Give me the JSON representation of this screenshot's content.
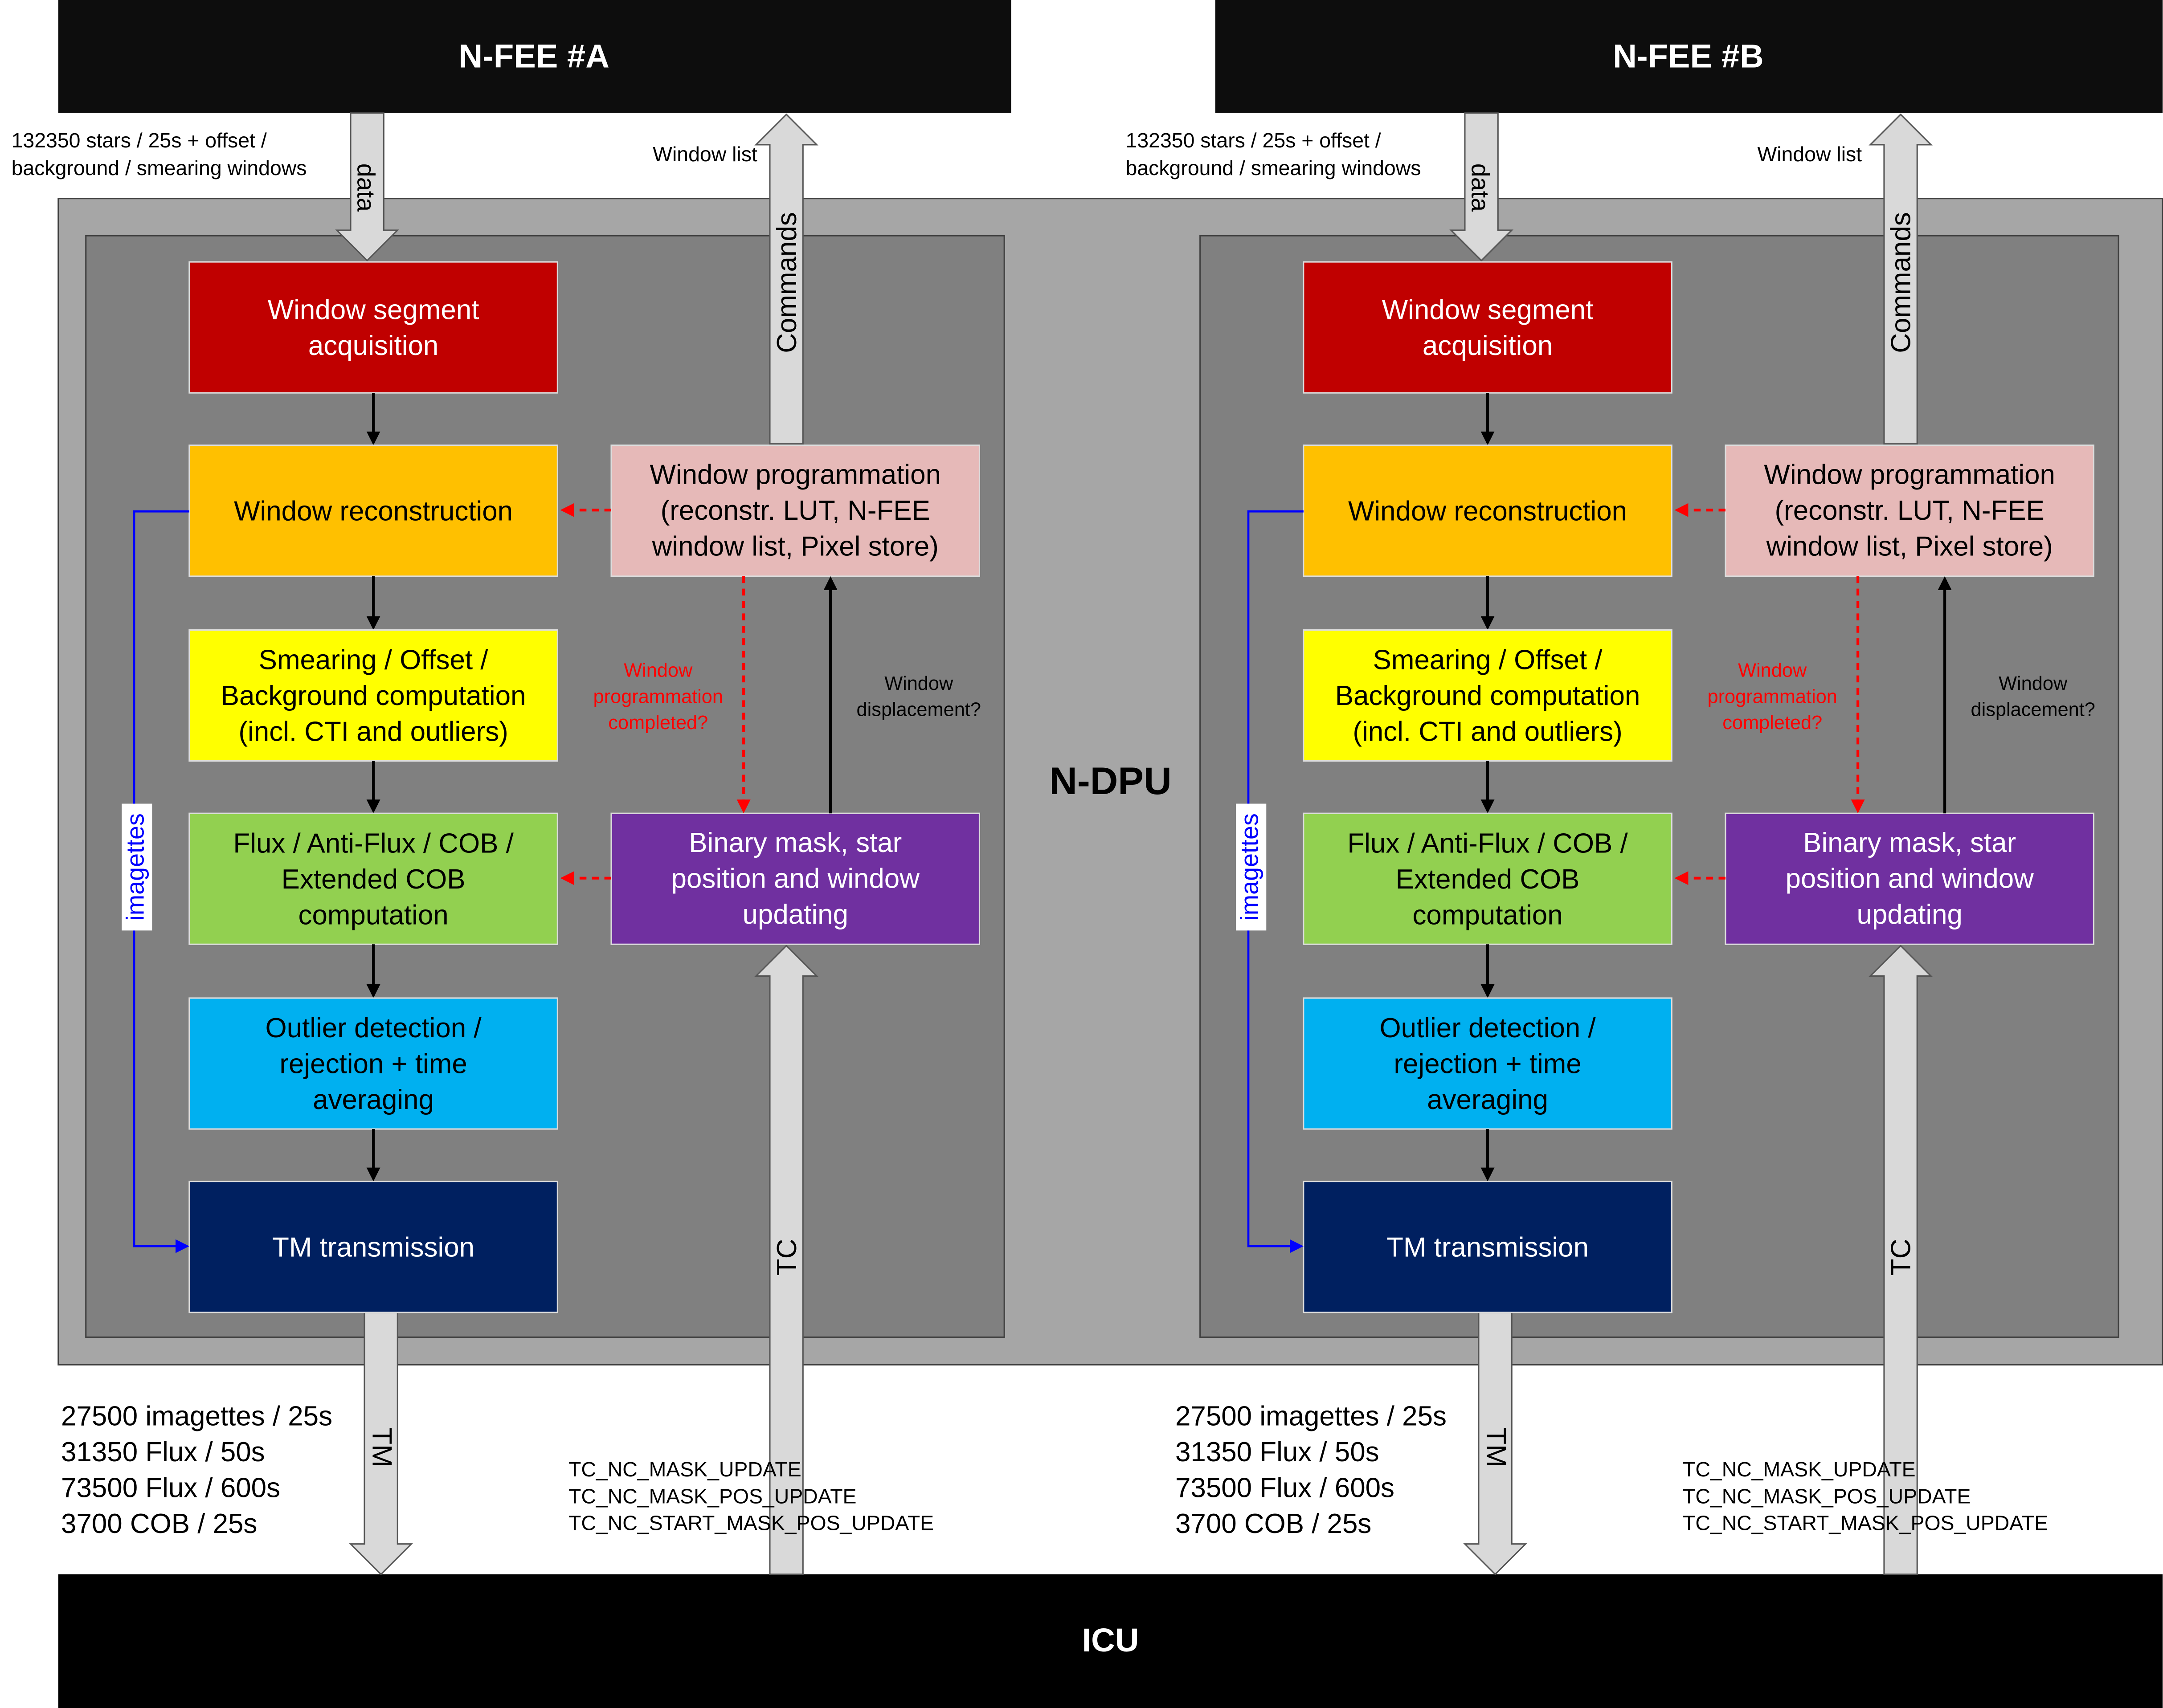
{
  "colors": {
    "fee_bg": "#0d0d0d",
    "icu_bg": "#000000",
    "ndpu_outer": "#a6a6a6",
    "ndpu_inner": "#808080",
    "arrow_fill": "#d9d9d9",
    "acquisition": "#c00000",
    "reconstruction": "#ffc000",
    "smearing": "#ffff00",
    "flux": "#92d050",
    "outlier": "#00b0f0",
    "tm": "#002060",
    "programmation": "#e6b9b8",
    "binary_mask": "#7030a0",
    "dashed_red": "#ff0000",
    "imagettes_blue": "#0000ff"
  },
  "ndpu_label": "N-DPU",
  "icu_label": "ICU",
  "chains": [
    {
      "fee_label": "N-FEE #A",
      "input_note_line1": "132350 stars / 25s + offset /",
      "input_note_line2": "background / smearing windows",
      "data_arrow_label": "data",
      "window_list_label": "Window list",
      "commands_arrow_label": "Commands",
      "tm_arrow_label": "TM",
      "tc_arrow_label": "TC",
      "imagettes_label": "imagettes",
      "boxes": {
        "acquisition": [
          "Window segment",
          "acquisition"
        ],
        "reconstruction": [
          "Window reconstruction"
        ],
        "smearing": [
          "Smearing / Offset /",
          "Background computation",
          "(incl. CTI and outliers)"
        ],
        "flux": [
          "Flux / Anti-Flux / COB /",
          "Extended COB",
          "computation"
        ],
        "outlier": [
          "Outlier detection /",
          "rejection  + time",
          "averaging"
        ],
        "tm": [
          "TM transmission"
        ],
        "programmation": [
          "Window programmation",
          "(reconstr. LUT, N-FEE",
          "window list, Pixel store)"
        ],
        "binary_mask": [
          "Binary mask, star",
          "position and window",
          "updating"
        ]
      },
      "prog_completed_label": [
        "Window",
        "programmation",
        "completed?"
      ],
      "displacement_label": [
        "Window",
        "displacement?"
      ],
      "output_stats": [
        "27500 imagettes / 25s",
        "31350 Flux / 50s",
        "73500 Flux / 600s",
        "3700 COB / 25s"
      ],
      "tc_commands": [
        "TC_NC_MASK_UPDATE",
        "TC_NC_MASK_POS_UPDATE",
        "TC_NC_START_MASK_POS_UPDATE"
      ]
    },
    {
      "fee_label": "N-FEE #B",
      "input_note_line1": "132350 stars / 25s + offset /",
      "input_note_line2": "background / smearing windows",
      "data_arrow_label": "data",
      "window_list_label": "Window list",
      "commands_arrow_label": "Commands",
      "tm_arrow_label": "TM",
      "tc_arrow_label": "TC",
      "imagettes_label": "imagettes",
      "boxes": {
        "acquisition": [
          "Window segment",
          "acquisition"
        ],
        "reconstruction": [
          "Window reconstruction"
        ],
        "smearing": [
          "Smearing / Offset /",
          "Background computation",
          "(incl. CTI and outliers)"
        ],
        "flux": [
          "Flux / Anti-Flux / COB /",
          "Extended COB",
          "computation"
        ],
        "outlier": [
          "Outlier detection /",
          "rejection  + time",
          "averaging"
        ],
        "tm": [
          "TM transmission"
        ],
        "programmation": [
          "Window programmation",
          "(reconstr. LUT, N-FEE",
          "window list, Pixel store)"
        ],
        "binary_mask": [
          "Binary mask, star",
          "position and window",
          "updating"
        ]
      },
      "prog_completed_label": [
        "Window",
        "programmation",
        "completed?"
      ],
      "displacement_label": [
        "Window",
        "displacement?"
      ],
      "output_stats": [
        "27500 imagettes / 25s",
        "31350 Flux / 50s",
        "73500 Flux / 600s",
        "3700 COB / 25s"
      ],
      "tc_commands": [
        "TC_NC_MASK_UPDATE",
        "TC_NC_MASK_POS_UPDATE",
        "TC_NC_START_MASK_POS_UPDATE"
      ]
    }
  ]
}
